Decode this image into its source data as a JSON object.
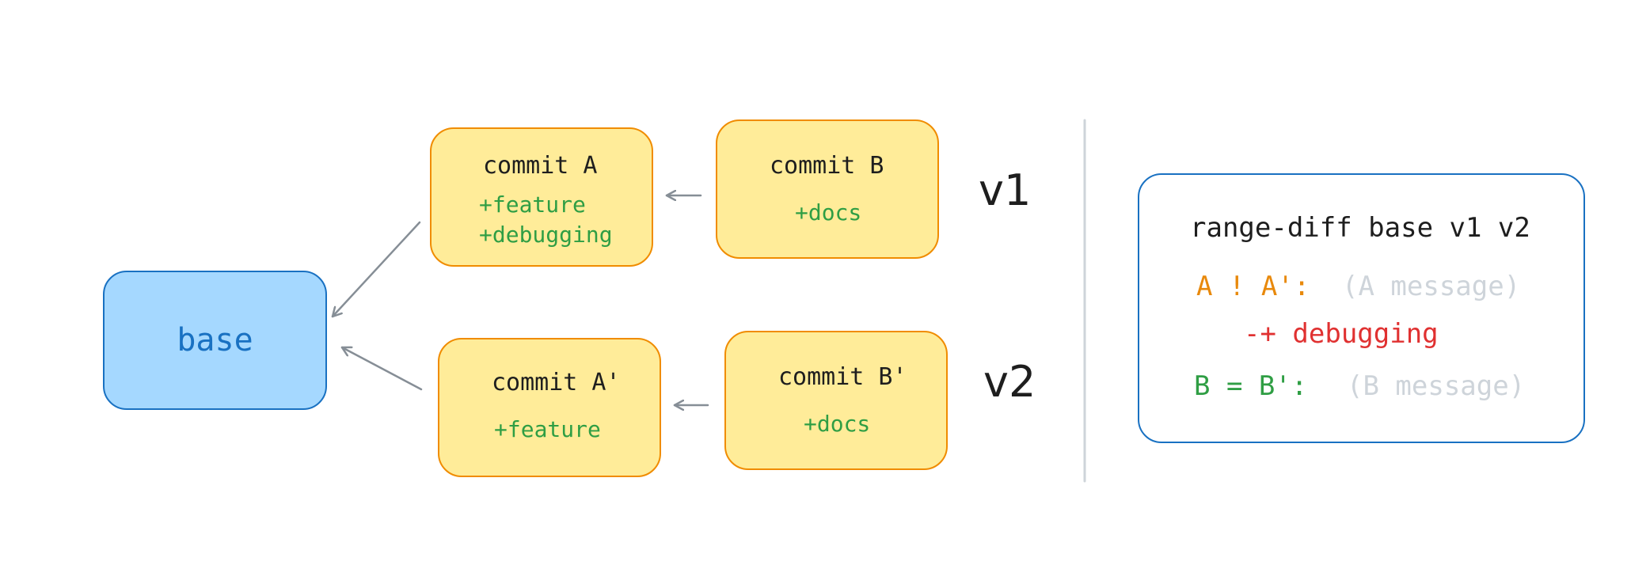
{
  "commits": {
    "a": {
      "title": "commit A",
      "lines": [
        "+feature",
        "+debugging"
      ]
    },
    "b": {
      "title": "commit B",
      "lines": [
        "+docs"
      ]
    },
    "a_prime": {
      "title": "commit A'",
      "lines": [
        "+feature"
      ]
    },
    "b_prime": {
      "title": "commit B'",
      "lines": [
        "+docs"
      ]
    }
  },
  "base": {
    "label": "base"
  },
  "versions": {
    "v1": "v1",
    "v2": "v2"
  },
  "panel": {
    "command": "range-diff base v1 v2",
    "row1": {
      "pair": "A ! A':",
      "message": "(A message)"
    },
    "row2": {
      "diff": "-+ debugging"
    },
    "row3": {
      "pair": "B = B':",
      "message": "(B message)"
    }
  },
  "colors": {
    "commit_fill": "#ffec99",
    "commit_stroke": "#f08c00",
    "base_fill": "#a5d8ff",
    "base_stroke": "#1971c2",
    "added_text": "#2f9e44",
    "changed_pair": "#e8890c",
    "diff_line": "#e03131",
    "equal_pair": "#2f9e44",
    "message_text": "#ced4da",
    "arrow": "#868e96",
    "divider": "#ced4da"
  }
}
